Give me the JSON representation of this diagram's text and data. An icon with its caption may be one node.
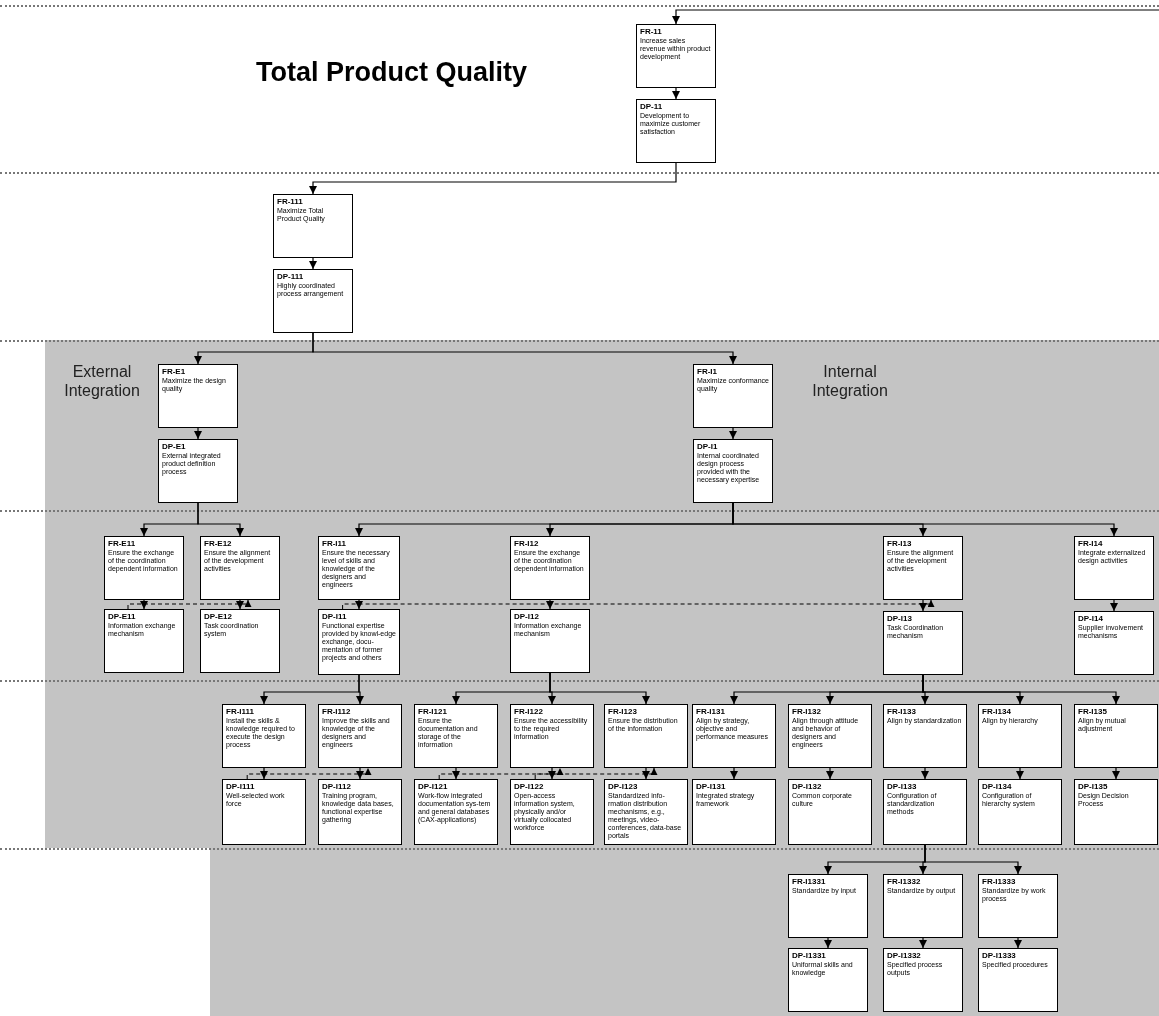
{
  "diagram": {
    "title": "Total Product Quality",
    "nodes": [
      {
        "text": [
          "FR-11",
          "Increase sales revenue within product development"
        ]
      },
      {
        "text": [
          "DP-11",
          "Development to maximize customer satisfaction"
        ]
      },
      {
        "text": [
          "FR-111",
          "Maximize Total Product Quality"
        ]
      },
      {
        "text": [
          "DP-111",
          "Highly coordinated process arrangement"
        ]
      },
      {
        "text": [
          "FR-E1",
          "Maximize the design quality"
        ]
      },
      {
        "text": [
          "DP-E1",
          "External integrated product definition process"
        ]
      },
      {
        "text": [
          "FR-I1",
          "Maximize conformance quality"
        ]
      },
      {
        "text": [
          "DP-I1",
          "Internal coordinated design process provided with the necessary expertise"
        ]
      },
      {
        "text": [
          "FR-E11",
          "Ensure the exchange of the coordination dependent information"
        ]
      },
      {
        "text": [
          "FR-E12",
          "Ensure the alignment of the development activities"
        ]
      },
      {
        "text": [
          "FR-I11",
          "Ensure the necessary level of skills and knowledge of the designers and engineers"
        ]
      },
      {
        "text": [
          "FR-I12",
          "Ensure the exchange of the coordination dependent information"
        ]
      },
      {
        "text": [
          "FR-I13",
          "Ensure the alignment of the development activities"
        ]
      },
      {
        "text": [
          "FR-I14",
          "Integrate externalized design activities"
        ]
      },
      {
        "text": [
          "DP-E11",
          "Information exchange mechanism"
        ]
      },
      {
        "text": [
          "DP-E12",
          "Task coordination system"
        ]
      },
      {
        "text": [
          "DP-I11",
          "Functional expertise provided by knowl-edge exchange, docu-mentation of former projects and others"
        ]
      },
      {
        "text": [
          "DP-I12",
          "Information exchange mechanism"
        ]
      },
      {
        "text": [
          "DP-I13",
          "Task Coordination mechanism"
        ]
      },
      {
        "text": [
          "DP-I14",
          "Supplier involvement mechanisms"
        ]
      },
      {
        "text": [
          "FR-I111",
          "Install the skills & knowledge required to execute the design process"
        ]
      },
      {
        "text": [
          "FR-I112",
          "Improve the skills and knowledge of the designers and engineers"
        ]
      },
      {
        "text": [
          "FR-I121",
          "Ensure the documentation and storage of the information"
        ]
      },
      {
        "text": [
          "FR-I122",
          "Ensure the accessibility to the required information"
        ]
      },
      {
        "text": [
          "FR-I123",
          "Ensure the distribution of the information"
        ]
      },
      {
        "text": [
          "FR-I131",
          "Align by strategy, objective and performance measures"
        ]
      },
      {
        "text": [
          "FR-I132",
          "Align through attitude and behavior of designers and engineers"
        ]
      },
      {
        "text": [
          "FR-I133",
          "Align by standardization"
        ]
      },
      {
        "text": [
          "FR-I134",
          "Align by hierarchy"
        ]
      },
      {
        "text": [
          "FR-I135",
          "Align by mutual adjustment"
        ]
      },
      {
        "text": [
          "DP-I111",
          "Well-selected work force"
        ]
      },
      {
        "text": [
          "DP-I112",
          "Training program, knowledge data bases, functional expertise gathering"
        ]
      },
      {
        "text": [
          "DP-I121",
          "Work-flow integrated documentation sys-tem and general databases (CAX-applications)"
        ]
      },
      {
        "text": [
          "DP-I122",
          "Open-access information system, physically and/or virtually collocated workforce"
        ]
      },
      {
        "text": [
          "DP-I123",
          "Standardized info-rmation distribution mechanisms, e.g., meetings, video-conferences, data-base portals"
        ]
      },
      {
        "text": [
          "DP-I131",
          "Integrated strategy framework"
        ]
      },
      {
        "text": [
          "DP-I132",
          "Common corporate culture"
        ]
      },
      {
        "text": [
          "DP-I133",
          "Configuration of standardization methods"
        ]
      },
      {
        "text": [
          "DP-I134",
          "Configuration of hierarchy system"
        ]
      },
      {
        "text": [
          "DP-I135",
          "Design Decision Process"
        ]
      },
      {
        "text": [
          "FR-I1331",
          "Standardize by input"
        ]
      },
      {
        "text": [
          "FR-I1332",
          "Standardize by output"
        ]
      },
      {
        "text": [
          "FR-I1333",
          "Standardize by work process"
        ]
      },
      {
        "text": [
          "DP-I1331",
          "Uniformal skills and knowledge"
        ]
      },
      {
        "text": [
          "DP-I1332",
          "Specified process outputs"
        ]
      },
      {
        "text": [
          "DP-I1333",
          "Specified procedures"
        ]
      }
    ],
    "edges": [
      {
        "from": null,
        "to": 0,
        "arrow": "to"
      },
      {
        "from": 0,
        "to": 1,
        "arrow": "to"
      },
      {
        "from": 1,
        "to": 2,
        "arrow": "to"
      },
      {
        "from": 2,
        "to": 3,
        "arrow": "to"
      },
      {
        "from": 3,
        "to": 4,
        "arrow": "to"
      },
      {
        "from": 3,
        "to": 6,
        "arrow": "to"
      },
      {
        "from": 4,
        "to": 5,
        "arrow": "to"
      },
      {
        "from": 6,
        "to": 7,
        "arrow": "to"
      },
      {
        "from": 5,
        "to": 8,
        "arrow": "to"
      },
      {
        "from": 5,
        "to": 9,
        "arrow": "to"
      },
      {
        "from": 7,
        "to": 10,
        "arrow": "to"
      },
      {
        "from": 7,
        "to": 11,
        "arrow": "to"
      },
      {
        "from": 7,
        "to": 12,
        "arrow": "to"
      },
      {
        "from": 7,
        "to": 13,
        "arrow": "to"
      },
      {
        "from": 8,
        "to": 14,
        "arrow": "to"
      },
      {
        "from": 9,
        "to": 15,
        "arrow": "to"
      },
      {
        "from": 10,
        "to": 16,
        "arrow": "to"
      },
      {
        "from": 11,
        "to": 17,
        "arrow": "to"
      },
      {
        "from": 12,
        "to": 18,
        "arrow": "to"
      },
      {
        "from": 13,
        "to": 19,
        "arrow": "to"
      },
      {
        "from": 16,
        "to": 20,
        "arrow": "to"
      },
      {
        "from": 16,
        "to": 21,
        "arrow": "to"
      },
      {
        "from": 17,
        "to": 22,
        "arrow": "to"
      },
      {
        "from": 17,
        "to": 23,
        "arrow": "to"
      },
      {
        "from": 17,
        "to": 24,
        "arrow": "to"
      },
      {
        "from": 18,
        "to": 25,
        "arrow": "to"
      },
      {
        "from": 18,
        "to": 26,
        "arrow": "to"
      },
      {
        "from": 18,
        "to": 27,
        "arrow": "to"
      },
      {
        "from": 18,
        "to": 28,
        "arrow": "to"
      },
      {
        "from": 18,
        "to": 29,
        "arrow": "to"
      },
      {
        "from": 20,
        "to": 30,
        "arrow": "to"
      },
      {
        "from": 21,
        "to": 31,
        "arrow": "to"
      },
      {
        "from": 22,
        "to": 32,
        "arrow": "to"
      },
      {
        "from": 23,
        "to": 33,
        "arrow": "to"
      },
      {
        "from": 24,
        "to": 34,
        "arrow": "to"
      },
      {
        "from": 25,
        "to": 35,
        "arrow": "to"
      },
      {
        "from": 26,
        "to": 36,
        "arrow": "to"
      },
      {
        "from": 27,
        "to": 37,
        "arrow": "to"
      },
      {
        "from": 28,
        "to": 38,
        "arrow": "to"
      },
      {
        "from": 29,
        "to": 39,
        "arrow": "to"
      },
      {
        "from": 37,
        "to": 40,
        "arrow": "to"
      },
      {
        "from": 37,
        "to": 41,
        "arrow": "to"
      },
      {
        "from": 37,
        "to": 42,
        "arrow": "to"
      },
      {
        "from": 40,
        "to": 43,
        "arrow": "to"
      },
      {
        "from": 41,
        "to": 44,
        "arrow": "to"
      },
      {
        "from": 42,
        "to": 45,
        "arrow": "to"
      },
      {
        "from": 14,
        "to": 9,
        "arrow": "to",
        "style": "dashed"
      },
      {
        "from": 16,
        "to": 12,
        "arrow": "to",
        "style": "dashed"
      },
      {
        "from": 30,
        "to": 21,
        "arrow": "to",
        "style": "dashed"
      },
      {
        "from": 32,
        "to": 23,
        "arrow": "to",
        "style": "dashed"
      },
      {
        "from": 33,
        "to": 24,
        "arrow": "to",
        "style": "dashed"
      }
    ],
    "labels": [
      "External Integration",
      "Internal Integration"
    ]
  }
}
